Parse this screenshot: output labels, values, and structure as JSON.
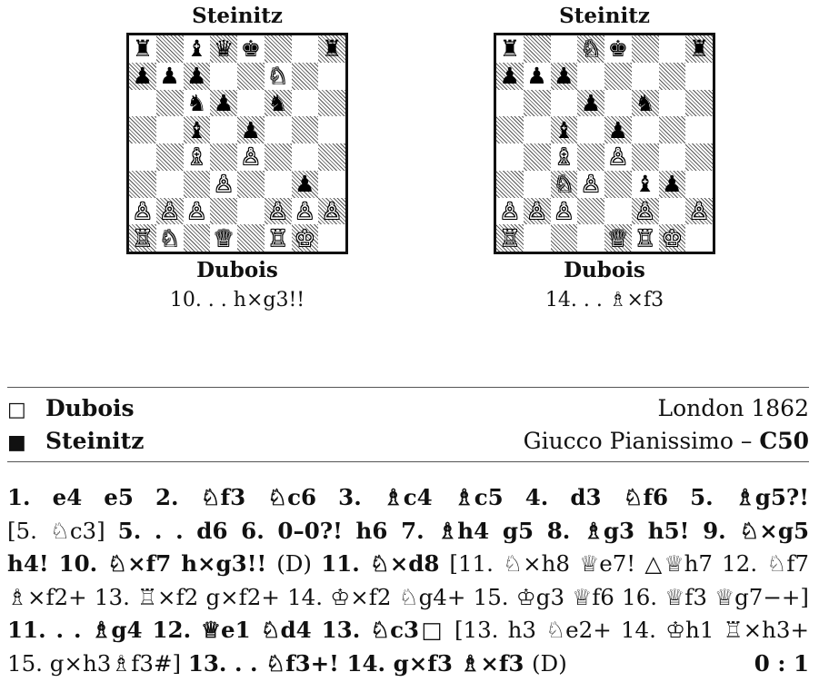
{
  "diagrams": [
    {
      "top_player": "Steinitz",
      "bottom_player": "Dubois",
      "caption": "10. . . h×g3!!",
      "board": [
        [
          "bR",
          "",
          "bB",
          "bQ",
          "bK",
          "",
          "",
          "bR"
        ],
        [
          "bP",
          "bP",
          "bP",
          "",
          "",
          "wN",
          "",
          ""
        ],
        [
          "",
          "",
          "bN",
          "bP",
          "",
          "bN",
          "",
          ""
        ],
        [
          "",
          "",
          "bB",
          "",
          "bP",
          "",
          "",
          ""
        ],
        [
          "",
          "",
          "wB",
          "",
          "wP",
          "",
          "",
          ""
        ],
        [
          "",
          "",
          "",
          "wP",
          "",
          "",
          "bP",
          ""
        ],
        [
          "wP",
          "wP",
          "wP",
          "",
          "",
          "wP",
          "wP",
          "wP"
        ],
        [
          "wR",
          "wN",
          "",
          "wQ",
          "",
          "wR",
          "wK",
          ""
        ]
      ]
    },
    {
      "top_player": "Steinitz",
      "bottom_player": "Dubois",
      "caption": "14. . . ♗×f3",
      "board": [
        [
          "bR",
          "",
          "",
          "wN",
          "bK",
          "",
          "",
          "bR"
        ],
        [
          "bP",
          "bP",
          "bP",
          "",
          "",
          "",
          "",
          ""
        ],
        [
          "",
          "",
          "",
          "bP",
          "",
          "bN",
          "",
          ""
        ],
        [
          "",
          "",
          "bB",
          "",
          "bP",
          "",
          "",
          ""
        ],
        [
          "",
          "",
          "wB",
          "",
          "wP",
          "",
          "",
          ""
        ],
        [
          "",
          "",
          "wN",
          "wP",
          "",
          "bB",
          "bP",
          ""
        ],
        [
          "wP",
          "wP",
          "wP",
          "",
          "",
          "wP",
          "",
          "wP"
        ],
        [
          "wR",
          "",
          "",
          "",
          "wQ",
          "wR",
          "wK",
          ""
        ]
      ]
    }
  ],
  "header": {
    "white_symbol": "□",
    "white_player": "Dubois",
    "black_symbol": "■",
    "black_player": "Steinitz",
    "event": "London 1862",
    "opening": "Giucco Pianissimo – ",
    "eco": "C50"
  },
  "moves": {
    "lines": [
      [
        {
          "t": "1. e4 e5 2. ♘f3 ♘c6 3. ♗c4 ♗c5 4. d3 ♘f6 5. ♗g5?!",
          "b": true
        }
      ],
      [
        {
          "t": "[5. ♘c3] ",
          "b": false
        },
        {
          "t": "5. . . d6 6. 0–0?! h6 7. ♗h4 g5 8. ♗g3 h5! 9. ♘×g5",
          "b": true
        }
      ],
      [
        {
          "t": "h4! 10. ♘×f7 h×g3!! ",
          "b": true
        },
        {
          "t": "(D) ",
          "b": false
        },
        {
          "t": "11. ♘×d8 ",
          "b": true
        },
        {
          "t": "[11. ♘×h8 ♕e7! △♕h7 12. ♘f7",
          "b": false
        }
      ],
      [
        {
          "t": "♗×f2+ 13. ♖×f2 g×f2+ 14. ♔×f2 ♘g4+ 15. ♔g3 ♕f6 16. ♕f3 ♕g7−+]",
          "b": false
        }
      ],
      [
        {
          "t": "11. . . ♗g4 12. ♕e1 ♘d4 13. ♘c3□ ",
          "b": true
        },
        {
          "t": "[13. h3 ♘e2+ 14. ♔h1 ♖×h3+",
          "b": false
        }
      ],
      [
        {
          "t": "15. g×h3♗f3#] ",
          "b": false
        },
        {
          "t": "13. . . ♘f3+! 14. g×f3 ♗×f3 ",
          "b": true
        },
        {
          "t": "(D)",
          "b": false
        }
      ]
    ],
    "result": "0 : 1"
  }
}
